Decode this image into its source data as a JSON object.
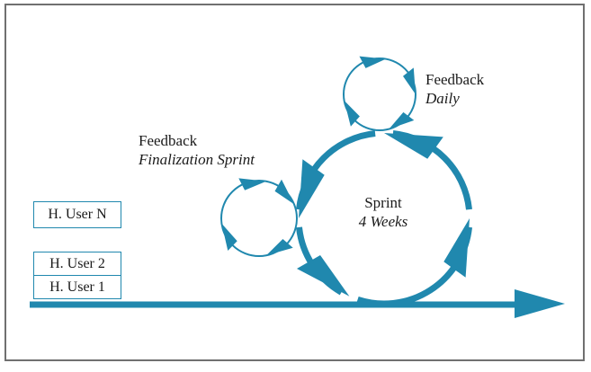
{
  "colors": {
    "accent": "#2088ae",
    "frame": "#707070",
    "ink": "#1a1a1a"
  },
  "labels": {
    "daily": {
      "line1": "Feedback",
      "line2": "Daily"
    },
    "finalization": {
      "line1": "Feedback",
      "line2": "Finalization Sprint"
    },
    "sprint": {
      "line1": "Sprint",
      "line2": "4 Weeks"
    }
  },
  "user_boxes": [
    {
      "label": "H. User N"
    },
    {
      "label": "H. User 2"
    },
    {
      "label": "H. User 1"
    }
  ]
}
